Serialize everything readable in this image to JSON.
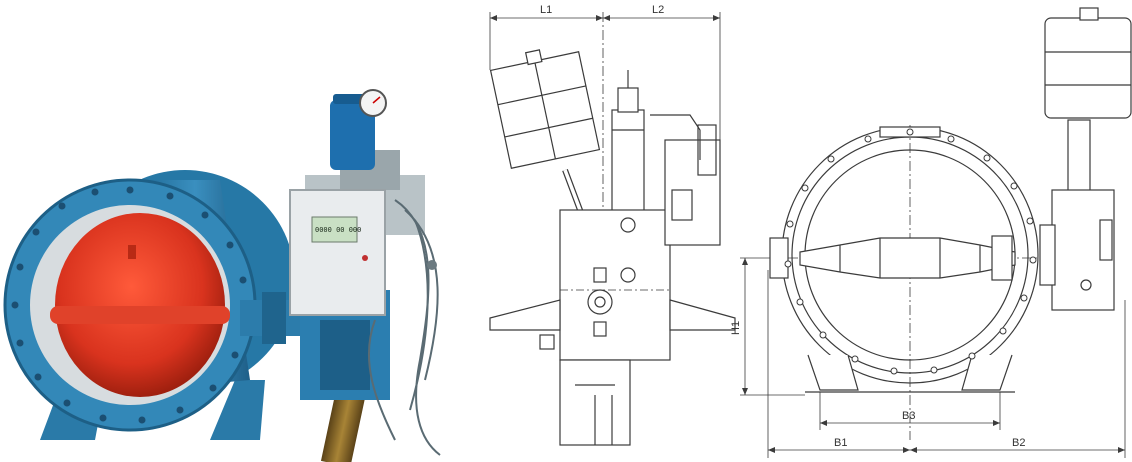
{
  "figure": {
    "photo": {
      "subject": "hydraulic-butterfly-valve-photo",
      "colors": {
        "body": "#2f7fae",
        "disc": "#d9331e",
        "motor": "#1e6fae",
        "cabinet": "#e9ecee",
        "pipe": "#8a6a2a"
      },
      "control_panel_display": "0000 00 000"
    },
    "side_view": {
      "labels": {
        "l1": "L1",
        "l2": "L2"
      }
    },
    "front_view": {
      "labels": {
        "h1": "H1",
        "b1": "B1",
        "b2": "B2",
        "b3": "B3"
      }
    }
  }
}
